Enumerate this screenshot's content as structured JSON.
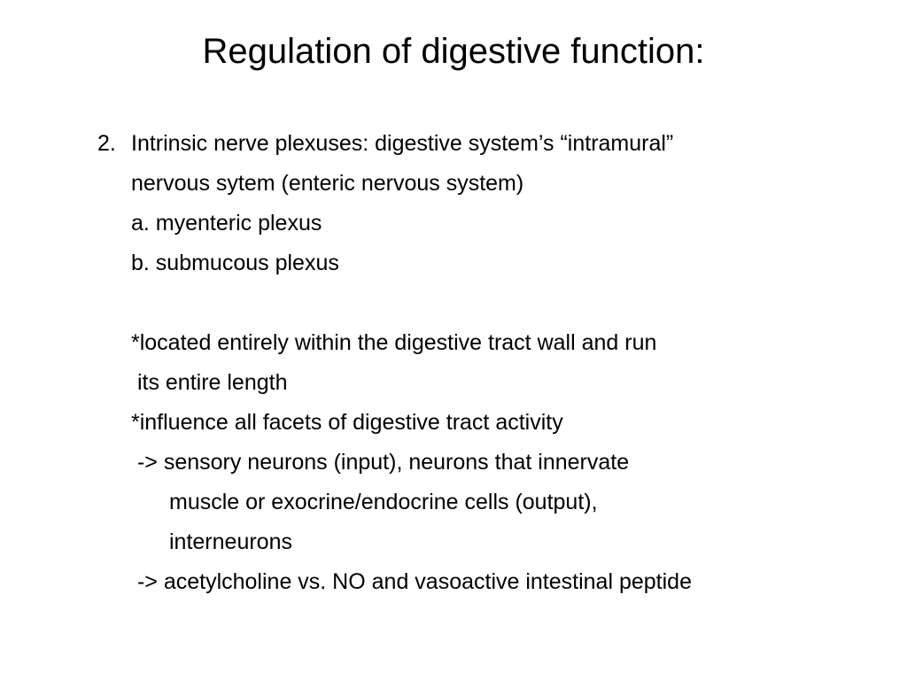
{
  "slide": {
    "title": "Regulation of digestive function:",
    "item_number": "2.",
    "lines": [
      "Intrinsic nerve plexuses: digestive system’s “intramural”",
      "nervous sytem (enteric nervous system)",
      "a. myenteric plexus",
      "b. submucous plexus",
      "*located entirely within the digestive tract wall and run",
      " its entire length",
      "*influence all facets of digestive tract activity",
      " -> sensory neurons (input), neurons that innervate",
      "muscle or exocrine/endocrine cells (output),",
      "interneurons",
      " -> acetylcholine vs. NO and vasoactive intestinal peptide"
    ]
  }
}
